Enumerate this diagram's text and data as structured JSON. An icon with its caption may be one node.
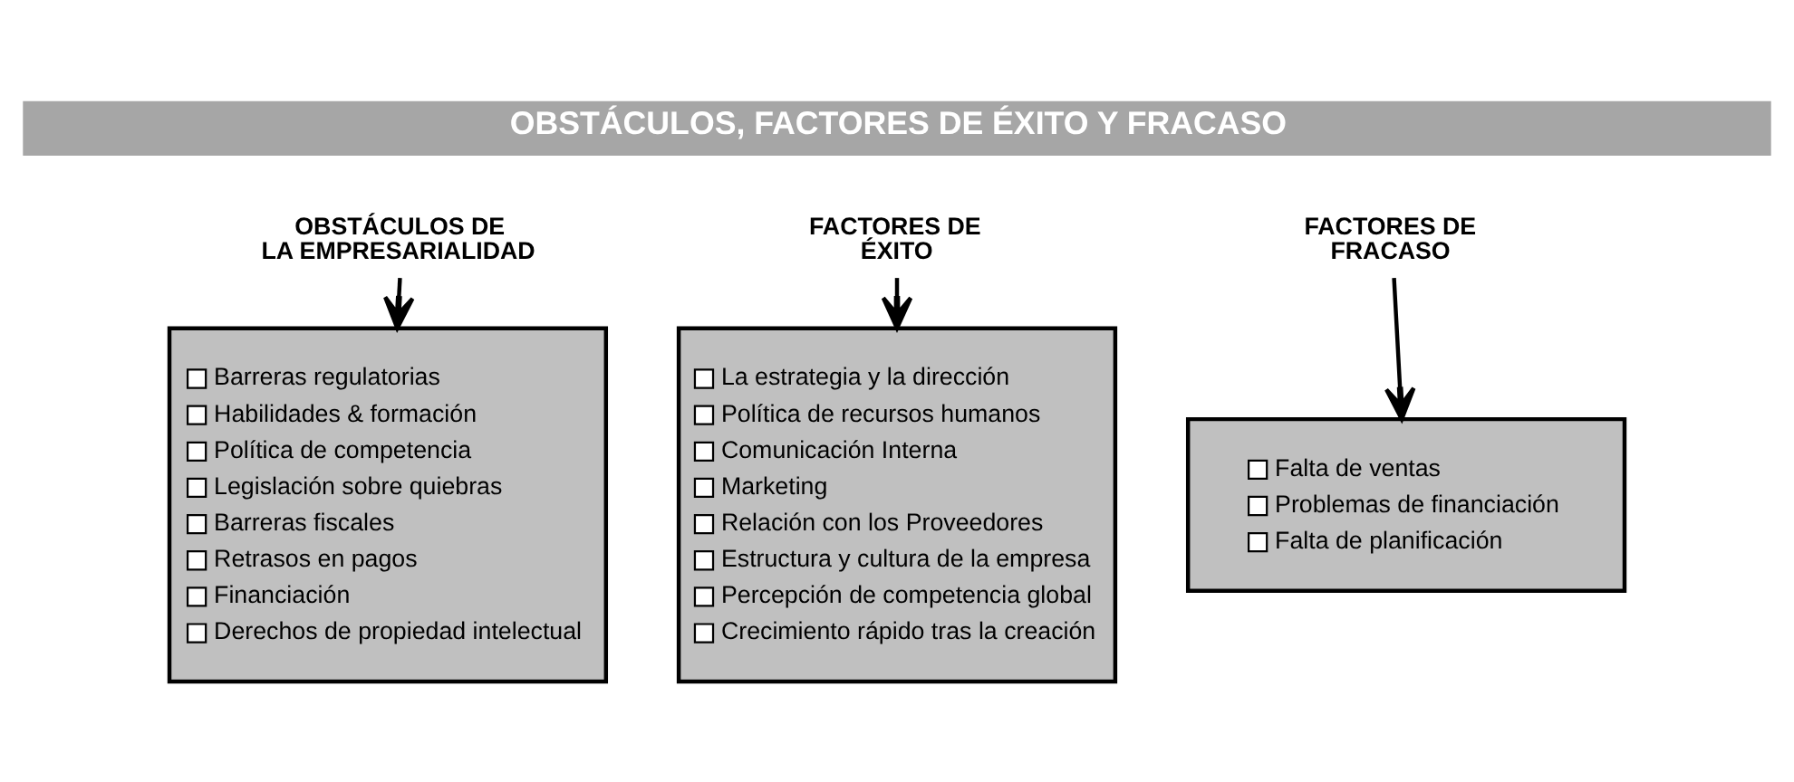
{
  "diagram": {
    "nodes": [
      {
        "text": [
          "OBSTÁCULOS, FACTORES DE ÉXITO Y FRACASO"
        ]
      },
      {
        "text": [
          "OBSTÁCULOS DE LA EMPRESARIALIDAD"
        ]
      },
      {
        "text": [
          "FACTORES DE ÉXITO"
        ]
      },
      {
        "text": [
          "FACTORES DE FRACASO"
        ]
      },
      {
        "text": [
          "Barreras regulatorias",
          "Habilidades & formación",
          "Política de competencia",
          "Legislación sobre quiebras",
          "Barreras fiscales",
          "Retrasos en pagos",
          "Financiación",
          "Derechos de propiedad intelectual"
        ]
      },
      {
        "text": [
          "La estrategia y la dirección",
          "Política de recursos humanos",
          "Comunicación Interna",
          "Marketing",
          "Relación con los Proveedores",
          "Estructura y cultura de la empresa",
          "Percepción de competencia global",
          "Crecimiento rápido tras la creación"
        ]
      },
      {
        "text": [
          "Falta de ventas",
          "Problemas de financiación",
          "Falta de planificación"
        ]
      }
    ],
    "edges": [
      {
        "from": 1,
        "to": 4,
        "arrow": "to"
      },
      {
        "from": 2,
        "to": 5,
        "arrow": "to"
      },
      {
        "from": 3,
        "to": 6,
        "arrow": "to"
      }
    ]
  }
}
